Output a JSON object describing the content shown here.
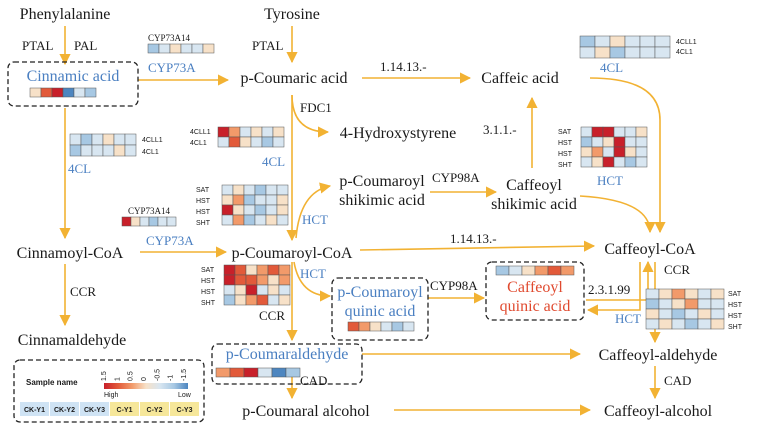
{
  "nodes": {
    "phenylalanine": "Phenylalanine",
    "tyrosine": "Tyrosine",
    "cinnamic_acid": "Cinnamic acid",
    "p_coumaric_acid": "p-Coumaric acid",
    "caffeic_acid": "Caffeic acid",
    "hydroxystyrene": "4-Hydroxystyrene",
    "p_coumaroyl_shikimic_1": "p-Coumaroyl",
    "p_coumaroyl_shikimic_2": "shikimic acid",
    "caffeoyl_shikimic_1": "Caffeoyl",
    "caffeoyl_shikimic_2": "shikimic acid",
    "cinnamoyl_coa": "Cinnamoyl-CoA",
    "p_coumaroyl_coa": "p-Coumaroyl-CoA",
    "caffeoyl_coa": "Caffeoyl-CoA",
    "p_coumaroyl_quinic_1": "p-Coumaroyl",
    "p_coumaroyl_quinic_2": "quinic acid",
    "caffeoyl_quinic_1": "Caffeoyl",
    "caffeoyl_quinic_2": "quinic acid",
    "cinnamaldehyde": "Cinnamaldehyde",
    "p_coumaraldehyde": "p-Coumaraldehyde",
    "caffeoyl_aldehyde": "Caffeoyl-aldehyde",
    "p_coumaral_alcohol": "p-Coumaral alcohol",
    "caffeoyl_alcohol": "Caffeoyl-alcohol"
  },
  "enzymes": {
    "ptal_left": "PTAL",
    "pal": "PAL",
    "ptal_right": "PTAL",
    "cyp73a14_top_small": "CYP73A14",
    "cyp73a_top": "CYP73A",
    "ec_1_14_13_top": "1.14.13.-",
    "fdc1": "FDC1",
    "ec_3_1_1": "3.1.1.-",
    "cyp98a_top": "CYP98A",
    "hct_mid": "HCT",
    "ec_1_14_13_mid": "1.14.13.-",
    "cyp98a_mid": "CYP98A",
    "hct_lower_mid": "HCT",
    "hct_right_top": "HCT",
    "hct_right_bottom": "HCT",
    "ec_2_3_1_99": "2.3.1.99",
    "ccr_left": "CCR",
    "ccr_mid": "CCR",
    "ccr_right": "CCR",
    "cad_mid": "CAD",
    "cad_right": "CAD",
    "cyp73a14_mid_small": "CYP73A14",
    "cyp73a_mid": "CYP73A",
    "four_cl_left": "4CL",
    "four_cl_mid": "4CL",
    "four_cl_top_right": "4CL"
  },
  "gene_labels": {
    "top_right_4cl": [
      "4CLL1",
      "4CL1"
    ],
    "left_4cl": [
      "4CLL1",
      "4CL1"
    ],
    "mid_4cl": [
      "4CLL1",
      "4CL1"
    ],
    "mid_hct": [
      "SAT",
      "HST",
      "HST",
      "SHT"
    ],
    "right_hct": [
      "SAT",
      "HST",
      "HST",
      "SHT"
    ],
    "lower_hct": [
      "SAT",
      "HST",
      "HST",
      "SHT"
    ],
    "right_ccr": [
      "SAT",
      "HST",
      "HST",
      "SHT"
    ]
  },
  "legend": {
    "sample_name": "Sample name",
    "high": "High",
    "low": "Low",
    "scale": [
      "1.5",
      "1",
      "0.5",
      "0",
      "-0.5",
      "-1",
      "-1.5"
    ],
    "samples": [
      "CK-Y1",
      "CK-Y2",
      "CK-Y3",
      "C-Y1",
      "C-Y2",
      "C-Y3"
    ]
  },
  "colors": {
    "arrow": "#f2b233",
    "blue_text": "#4a7fc1",
    "red_text": "#e04a2f",
    "sample_ck": "#cfe3f4",
    "sample_c": "#f6e79a"
  },
  "heatmaps": {
    "cinnamic": [
      [
        3,
        1,
        0,
        6,
        4,
        5
      ]
    ],
    "cyp73a14_top": [
      [
        5,
        4,
        3,
        4,
        4,
        3
      ]
    ],
    "caffeic_4cl": [
      [
        5,
        4,
        3,
        4,
        4,
        4
      ],
      [
        4,
        3,
        5,
        4,
        4,
        4
      ]
    ],
    "left_4cl": [
      [
        4,
        5,
        4,
        3,
        4,
        4
      ],
      [
        5,
        4,
        4,
        4,
        3,
        4
      ]
    ],
    "mid_4cl": [
      [
        0,
        2,
        4,
        3,
        4,
        3
      ],
      [
        4,
        1,
        3,
        4,
        5,
        4
      ]
    ],
    "mid_hct": [
      [
        4,
        3,
        4,
        5,
        4,
        4
      ],
      [
        3,
        2,
        5,
        4,
        4,
        3
      ],
      [
        0,
        3,
        4,
        5,
        4,
        3
      ],
      [
        4,
        2,
        5,
        4,
        3,
        4
      ]
    ],
    "cyp73a14_mid": [
      [
        0,
        3,
        4,
        5,
        4,
        4
      ]
    ],
    "right_hct": [
      [
        4,
        0,
        0,
        4,
        4,
        3
      ],
      [
        5,
        4,
        3,
        0,
        4,
        4
      ],
      [
        3,
        2,
        4,
        0,
        3,
        4
      ],
      [
        4,
        3,
        0,
        4,
        5,
        4
      ]
    ],
    "caffeoyl_quinic": [
      [
        5,
        4,
        3,
        2,
        1,
        2
      ]
    ],
    "lower_hct": [
      [
        0,
        1,
        3,
        2,
        1,
        2
      ],
      [
        0,
        1,
        1,
        2,
        3,
        2
      ],
      [
        4,
        3,
        0,
        4,
        3,
        4
      ],
      [
        5,
        3,
        2,
        1,
        4,
        3
      ]
    ],
    "p_coumaroyl_quinic": [
      [
        1,
        2,
        3,
        4,
        5,
        4
      ]
    ],
    "right_ccr": [
      [
        4,
        3,
        2,
        3,
        4,
        3
      ],
      [
        5,
        4,
        3,
        2,
        4,
        4
      ],
      [
        3,
        4,
        5,
        4,
        3,
        4
      ],
      [
        4,
        3,
        4,
        5,
        4,
        3
      ]
    ],
    "p_coumaraldehyde": [
      [
        2,
        1,
        0,
        4,
        6,
        5
      ]
    ]
  },
  "palette": [
    "#c8202a",
    "#e25a3a",
    "#f29a6a",
    "#f7e1c8",
    "#d8e6f1",
    "#a7c8e3",
    "#4d86c0"
  ]
}
